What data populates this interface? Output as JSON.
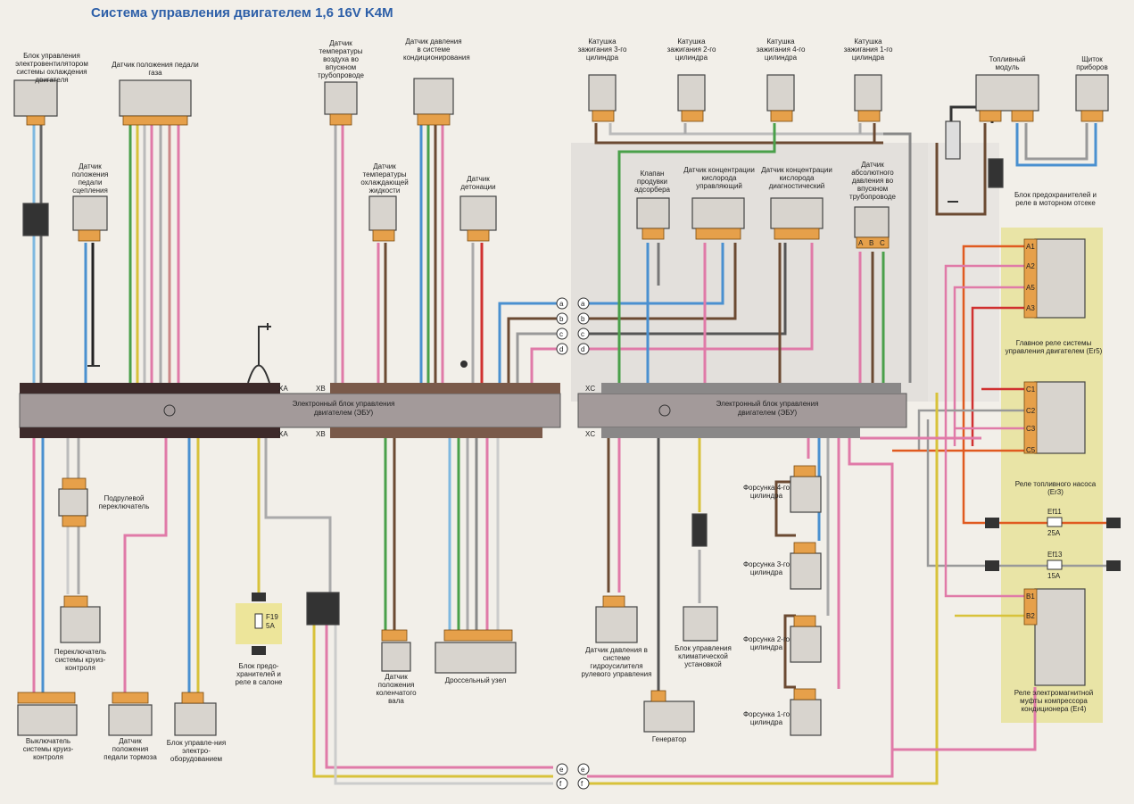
{
  "title": "Система управления двигателем 1,6 16V K4M",
  "ecu_label": "Электронный блок управления двигателем (ЭБУ)",
  "connectors": {
    "xa": "XA",
    "xb": "XB",
    "xc": "XC"
  },
  "bus_letters": [
    "a",
    "b",
    "c",
    "d",
    "e",
    "f"
  ],
  "components": {
    "fan_control": "Блок управления электровентилятором системы охлаждения двигателя",
    "pedal_pos": "Датчик положения педали газа",
    "clutch_pos": "Датчик положения педали сцепления",
    "air_temp": "Датчик температуры воздуха во впускном трубопроводе",
    "ac_pressure": "Датчик давления в системе кондиционирования",
    "coolant_temp": "Датчик температуры охлаждающей жидкости",
    "knock": "Датчик детонации",
    "coil3": "Катушка зажигания 3-го цилиндра",
    "coil2": "Катушка зажигания 2-го цилиндра",
    "coil4": "Катушка зажигания 4-го цилиндра",
    "coil1": "Катушка зажигания 1-го цилиндра",
    "fuel_module": "Топливный модуль",
    "instrument": "Щиток приборов",
    "canister": "Клапан продувки адсорбера",
    "o2_main": "Датчик концентрации кислорода управляющий",
    "o2_diag": "Датчик концентрации кислорода диагностический",
    "map": "Датчик абсолютного давления во впускном трубопроводе",
    "fuse_box": "Блок предохранителей и реле в моторном отсеке",
    "main_relay": "Главное реле системы управления двигателем (Er5)",
    "pump_relay": "Реле топливного насоса (Er3)",
    "ac_relay": "Реле электромагнитной муфты компрессора кондиционера (Er4)",
    "column_switch": "Подрулевой переключатель",
    "cruise_switch": "Переключатель системы круиз-контроля",
    "cruise_off": "Выключатель системы круиз-контроля",
    "brake_pos": "Датчик положения педали тормоза",
    "electro_unit": "Блок управле-ния электро-оборудованием",
    "cabin_fuse": "Блок предо-хранителей и реле в салоне",
    "crank": "Датчик положения коленчатого вала",
    "throttle": "Дроссельный узел",
    "ps_pressure": "Датчик давления в системе гидроусилителя рулевого управления",
    "generator": "Генератор",
    "climate": "Блок управления климатической установкой",
    "inj4": "Форсунка 4-го цилиндра",
    "inj3": "Форсунка 3-го цилиндра",
    "inj2": "Форсунка 2-го цилиндра",
    "inj1": "Форсунка 1-го цилиндра"
  },
  "fuses": {
    "f19": "F19",
    "f19_amp": "5A",
    "ef11": "Ef11",
    "ef11_amp": "25A",
    "ef13": "Ef13",
    "ef13_amp": "15A"
  },
  "relay_pins": [
    "A1",
    "A2",
    "A5",
    "A3",
    "C1",
    "C2",
    "C3",
    "C5",
    "B1",
    "B2"
  ],
  "abc_pins": [
    "A",
    "B",
    "C"
  ],
  "wire_colors": {
    "blue": "#4a90d0",
    "green": "#4aa04a",
    "red": "#d03030",
    "pink": "#e07aa8",
    "brown": "#6b4a32",
    "gray": "#9a9a9a",
    "yellow": "#d8c23a",
    "orange": "#e05a20",
    "black": "#222222",
    "lightblue": "#7fb8e0",
    "white": "#e8e4da"
  }
}
